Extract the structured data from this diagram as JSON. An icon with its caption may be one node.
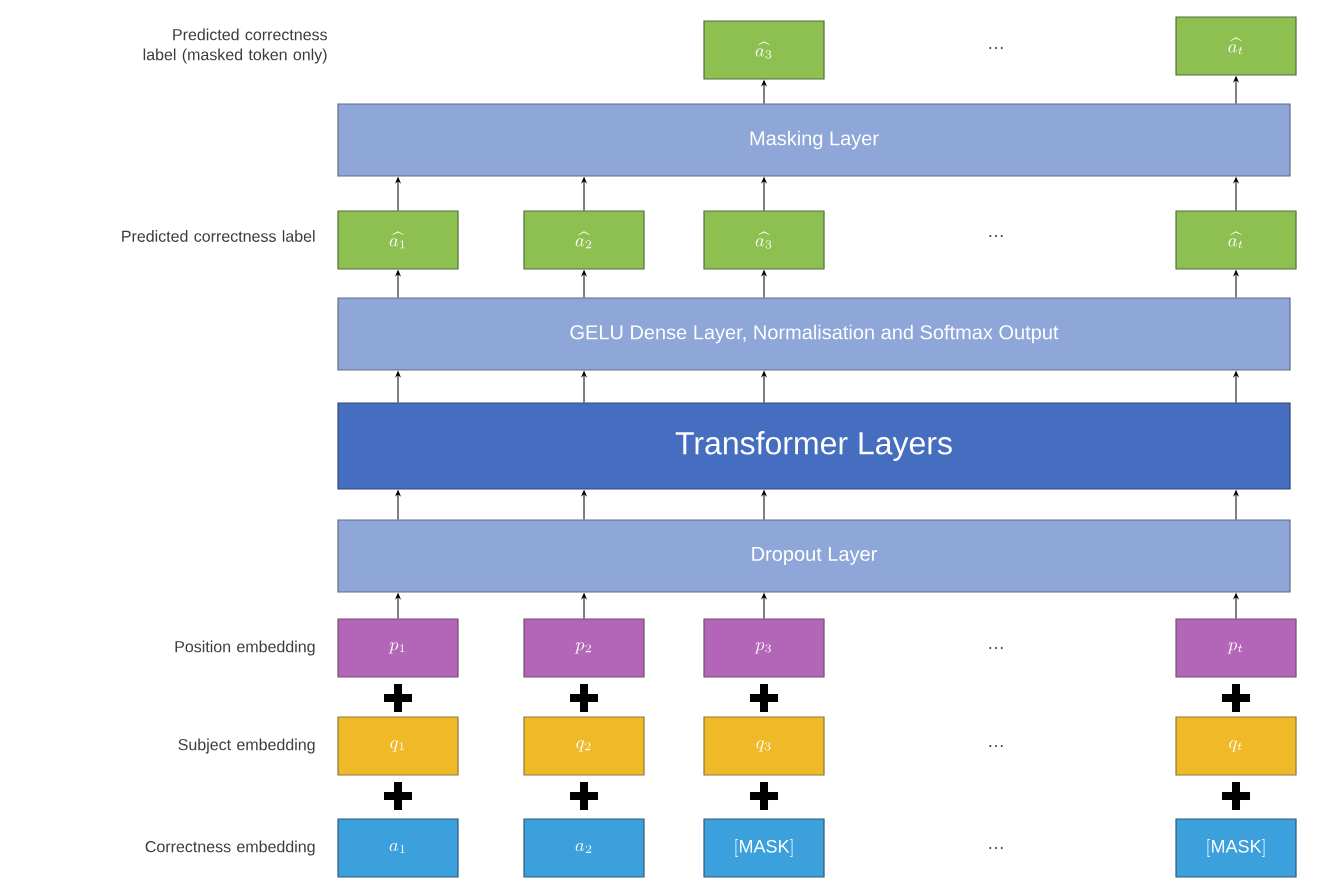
{
  "diagram": {
    "nodes": [
      {
        "text": [
          "\\widehat{a_3}"
        ]
      },
      {
        "text": [
          "\\widehat{a_t}"
        ]
      },
      {
        "text": [
          "Masking Layer"
        ]
      },
      {
        "text": [
          "\\widehat{a_1}"
        ]
      },
      {
        "text": [
          "\\widehat{a_2}"
        ]
      },
      {
        "text": [
          "\\widehat{a_3}"
        ]
      },
      {
        "text": [
          "\\widehat{a_t}"
        ]
      },
      {
        "text": [
          "GELU Dense Layer, Normalisation and Softmax Output"
        ]
      },
      {
        "text": [
          "Transformer Layers"
        ]
      },
      {
        "text": [
          "Dropout Layer"
        ]
      },
      {
        "text": [
          "p_1"
        ]
      },
      {
        "text": [
          "p_2"
        ]
      },
      {
        "text": [
          "p_3"
        ]
      },
      {
        "text": [
          "p_t"
        ]
      },
      {
        "text": [
          "q_1"
        ]
      },
      {
        "text": [
          "q_2"
        ]
      },
      {
        "text": [
          "q_3"
        ]
      },
      {
        "text": [
          "q_t"
        ]
      },
      {
        "text": [
          "a_1"
        ]
      },
      {
        "text": [
          "a_2"
        ]
      },
      {
        "text": [
          "\\mathrm{[MASK]}"
        ]
      },
      {
        "text": [
          "\\mathrm{[MASK]}"
        ]
      }
    ],
    "edges": [
      {
        "from": 2,
        "to": 0,
        "arrow": "to"
      },
      {
        "from": 2,
        "to": 1,
        "arrow": "to"
      },
      {
        "from": 3,
        "to": 2,
        "arrow": "to"
      },
      {
        "from": 4,
        "to": 2,
        "arrow": "to"
      },
      {
        "from": 5,
        "to": 2,
        "arrow": "to"
      },
      {
        "from": 6,
        "to": 2,
        "arrow": "to"
      },
      {
        "from": 7,
        "to": 3,
        "arrow": "to"
      },
      {
        "from": 7,
        "to": 4,
        "arrow": "to"
      },
      {
        "from": 7,
        "to": 5,
        "arrow": "to"
      },
      {
        "from": 7,
        "to": 6,
        "arrow": "to"
      },
      {
        "from": 8,
        "to": 7,
        "arrow": "to"
      },
      {
        "from": 8,
        "to": 7,
        "arrow": "to"
      },
      {
        "from": 8,
        "to": 7,
        "arrow": "to"
      },
      {
        "from": 8,
        "to": 7,
        "arrow": "to"
      },
      {
        "from": 9,
        "to": 8,
        "arrow": "to"
      },
      {
        "from": 9,
        "to": 8,
        "arrow": "to"
      },
      {
        "from": 9,
        "to": 8,
        "arrow": "to"
      },
      {
        "from": 9,
        "to": 8,
        "arrow": "to"
      },
      {
        "from": 10,
        "to": 9,
        "arrow": "to"
      },
      {
        "from": 11,
        "to": 9,
        "arrow": "to"
      },
      {
        "from": 12,
        "to": 9,
        "arrow": "to"
      },
      {
        "from": 13,
        "to": 9,
        "arrow": "to"
      }
    ],
    "labels": [
      "Predicted correctness label (masked token only)",
      "…",
      "Predicted correctness label",
      "…",
      "Position embedding",
      "…",
      "Subject embedding",
      "…",
      "Correctness embedding",
      "…"
    ]
  }
}
